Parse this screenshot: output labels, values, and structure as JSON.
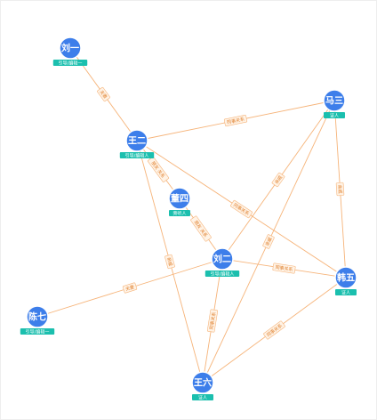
{
  "colors": {
    "node": "#3d7eea",
    "role_badge": "#1bbfae",
    "edge": "#f6b47a",
    "edge_label_text": "#e0812f",
    "edge_label_bg": "#fff3e6"
  },
  "nodes": [
    {
      "id": "liuyi",
      "name": "刘一",
      "role": "引导/编辑一"
    },
    {
      "id": "wanger",
      "name": "王二",
      "role": "引导/编辑人"
    },
    {
      "id": "masan",
      "name": "马三",
      "role": "证人"
    },
    {
      "id": "dongsi",
      "name": "董四",
      "role": "旁听人"
    },
    {
      "id": "liuer",
      "name": "刘二",
      "role": "引导/编辑人"
    },
    {
      "id": "hanwu",
      "name": "韩五",
      "role": "证人"
    },
    {
      "id": "chenqi",
      "name": "陈七",
      "role": "引导/编辑一"
    },
    {
      "id": "wangliu",
      "name": "王六",
      "role": "证人"
    }
  ],
  "edges": [
    {
      "from": "liuyi",
      "to": "wanger",
      "label": "夫妻"
    },
    {
      "from": "wanger",
      "to": "masan",
      "label": "同事关系"
    },
    {
      "from": "wanger",
      "to": "dongsi",
      "label": "朋友 关系"
    },
    {
      "from": "dongsi",
      "to": "liuer",
      "label": "朋友 关系"
    },
    {
      "from": "wanger",
      "to": "hanwu",
      "label": "同事关系"
    },
    {
      "from": "wanger",
      "to": "wangliu",
      "label": "亲戚"
    },
    {
      "from": "masan",
      "to": "hanwu",
      "label": "亲戚"
    },
    {
      "from": "masan",
      "to": "liuer",
      "label": "亲戚"
    },
    {
      "from": "masan",
      "to": "wangliu",
      "label": "亲戚"
    },
    {
      "from": "liuer",
      "to": "hanwu",
      "label": "同事关系"
    },
    {
      "from": "liuer",
      "to": "chenqi",
      "label": "夫妻"
    },
    {
      "from": "liuer",
      "to": "wangliu",
      "label": "同事关系"
    },
    {
      "from": "hanwu",
      "to": "wangliu",
      "label": "同事关系"
    }
  ]
}
